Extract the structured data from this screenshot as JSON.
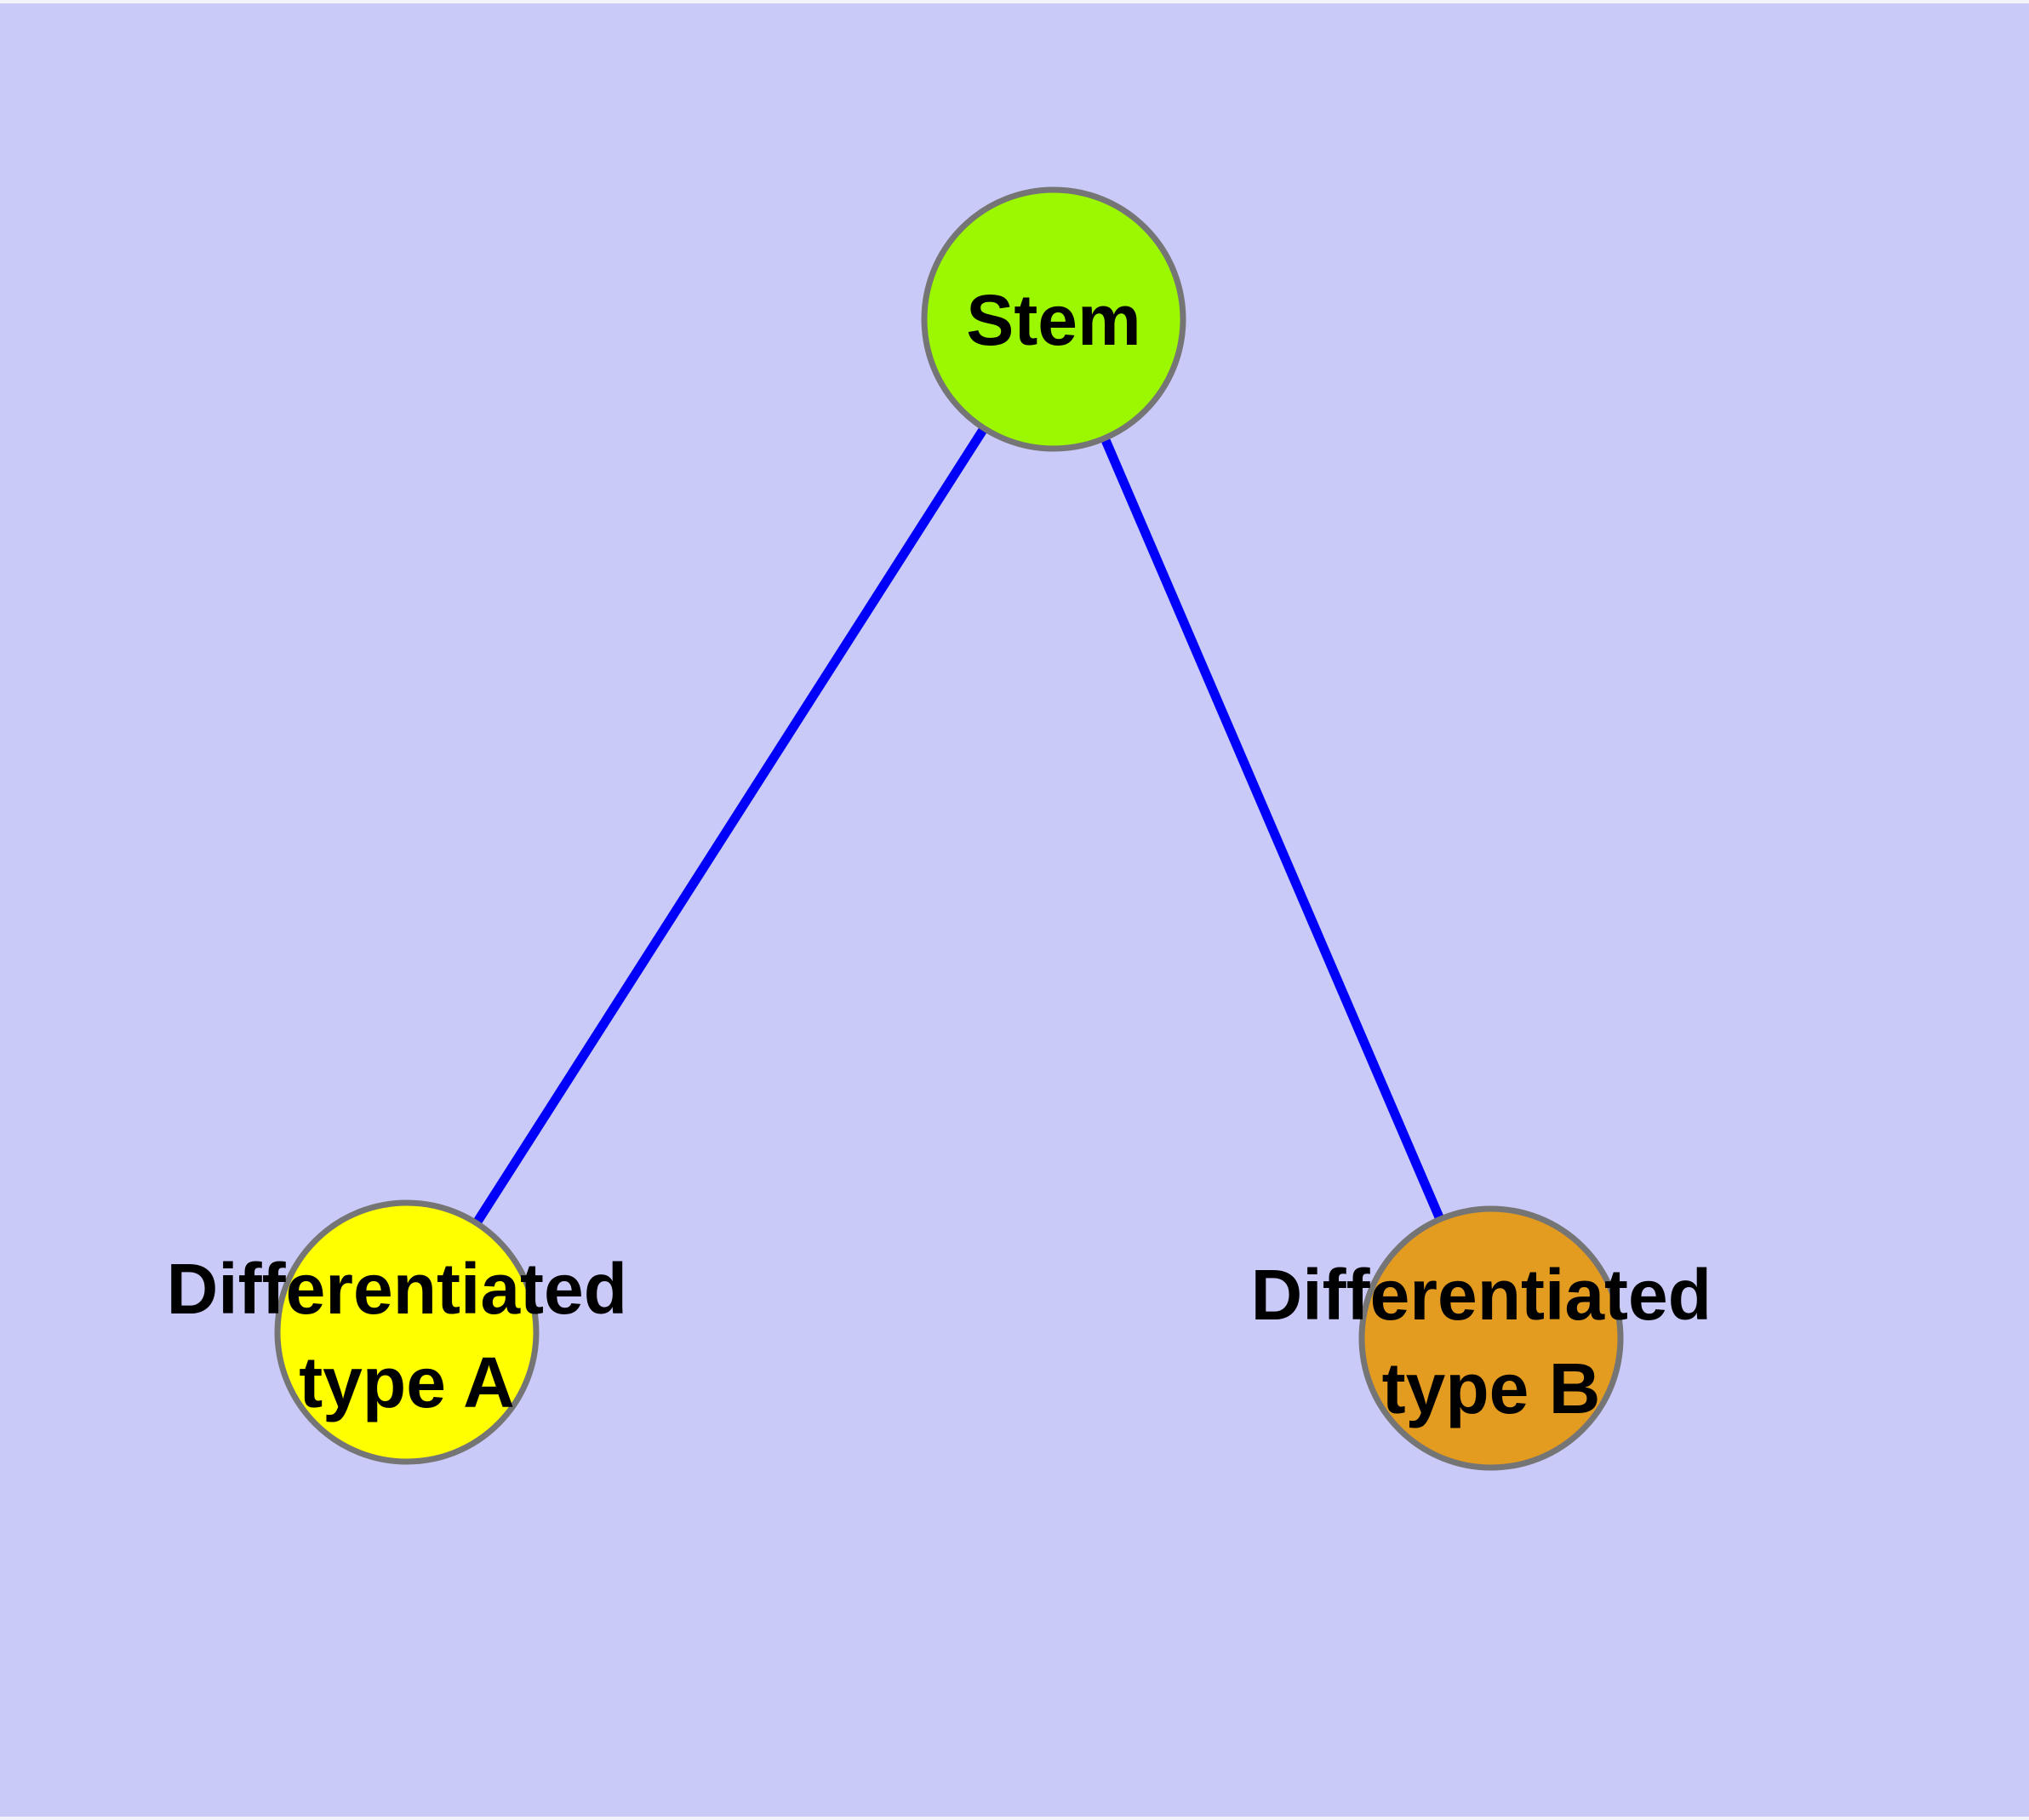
{
  "diagram": {
    "type": "graph",
    "background_color": "#CACAF8",
    "figure_border_color": "#F3F3FB",
    "edge_color": "#0000FA",
    "node_stroke_color": "#757575",
    "label_color": "#000000",
    "nodes": [
      {
        "id": "stem",
        "label": "Stem",
        "fill": "#9CF800"
      },
      {
        "id": "differentiated-type-a",
        "label_line1": "Differentiated",
        "label_line2": "type A",
        "fill": "#FFFF00"
      },
      {
        "id": "differentiated-type-b",
        "label_line1": "Differentiated",
        "label_line2": "type B",
        "fill": "#E39B20"
      }
    ],
    "edges": [
      {
        "from": "Stem",
        "to": "Differentiated type A"
      },
      {
        "from": "Stem",
        "to": "Differentiated type B"
      }
    ]
  }
}
